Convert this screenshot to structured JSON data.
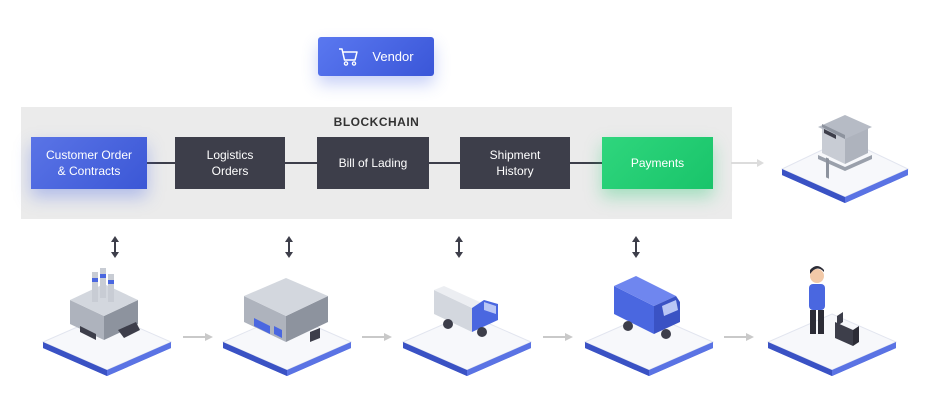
{
  "vendor": {
    "label": "Vendor",
    "icon": "cart-icon"
  },
  "blockchain": {
    "title": "BLOCKCHAIN",
    "boxes": [
      {
        "label": "Customer Order\n& Contracts",
        "style": "blue"
      },
      {
        "label": "Logistics\nOrders",
        "style": "dark"
      },
      {
        "label": "Bill of Lading",
        "style": "dark"
      },
      {
        "label": "Shipment\nHistory",
        "style": "dark"
      },
      {
        "label": "Payments",
        "style": "green"
      }
    ]
  },
  "flow_nodes": [
    {
      "icon": "factory-icon"
    },
    {
      "icon": "warehouse-icon"
    },
    {
      "icon": "truck-icon"
    },
    {
      "icon": "delivery-van-icon"
    },
    {
      "icon": "customer-icon"
    }
  ],
  "bank": {
    "icon": "bank-icon"
  },
  "colors": {
    "accent_blue": "#4a67e0",
    "accent_green": "#22cf74",
    "dark_box": "#3d3e4a",
    "band": "#ebebeb",
    "tile_top": "#f7f8fb",
    "tile_side": "#4b63d8"
  }
}
